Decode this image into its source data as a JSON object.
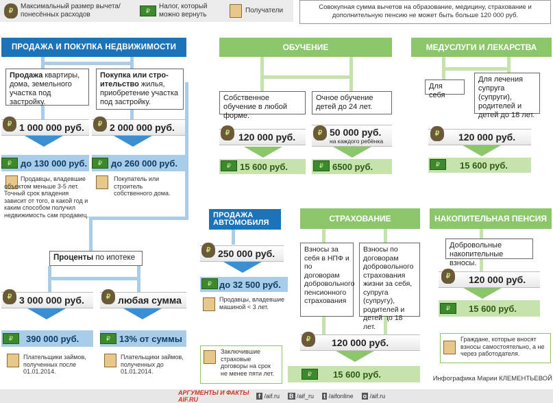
{
  "legend": {
    "max_label": "Максимальный размер вычета/ понесённых расходов",
    "refund_label": "Налог, который можно вернуть",
    "recipients_label": "Получатели"
  },
  "note": "Совокупная сумма вычетов на образование, медицину, страхование и дополнительную пенсию не может быть больше 120 000 руб.",
  "realty": {
    "title": "ПРОДАЖА И ПОКУПКА НЕДВИЖИМОСТИ",
    "sale_bold": "Продажа",
    "sale_text": "квартиры, дома, земельного участка под застройку.",
    "buy_bold": "Покупка или стро- ительство",
    "buy_text": "жилья, приобретение участка под застройку.",
    "sale_amount": "1 000 000 руб.",
    "buy_amount": "2 000 000 руб.",
    "sale_refund": "до 130 000 руб.",
    "buy_refund": "до 260 000 руб.",
    "sale_recipients": "Продавцы, владевшие объектом меньше 3-5 лет. Точный срок владения зависит от того, в какой год и каким способом получил недвижимость сам продавец.",
    "buy_recipients": "Покупатель или строитель собственного дома.",
    "mortgage_bold": "Проценты",
    "mortgage_text": "по ипотеке",
    "m1_amount": "3 000 000 руб.",
    "m2_amount": "любая сумма",
    "m1_refund": "390 000 руб.",
    "m2_refund": "13% от суммы",
    "m1_recipients": "Плательщики займов, полученных после 01.01.2014.",
    "m2_recipients": "Плательщики займов, полученных до 01.01.2014."
  },
  "education": {
    "title": "ОБУЧЕНИЕ",
    "own": "Собственное обучение в любой форме.",
    "children": "Очное обучение детей до 24 лет.",
    "own_amount": "120 000 руб.",
    "children_amount": "50 000 руб.",
    "children_sub": "на каждого ребёнка",
    "own_refund": "15 600 руб.",
    "children_refund": "6500 руб."
  },
  "medical": {
    "title": "МЕДУСЛУГИ И ЛЕКАРСТВА",
    "self": "Для себя",
    "family": "Для лечения супруга (супруги), родителей и детей до 18 лет.",
    "amount": "120 000 руб.",
    "refund": "15 600 руб."
  },
  "car": {
    "title": "ПРОДАЖА АВТОМОБИЛЯ",
    "amount": "250 000 руб.",
    "refund": "до 32 500 руб.",
    "recipients": "Продавцы, владевшие машиной < 3 лет."
  },
  "insurance": {
    "title": "СТРАХОВАНИЕ",
    "npf": "Взносы за себя в НПФ и по договорам добровольного пенсионного страхования",
    "life": "Взносы по договорам добровольного страхования жизни за себя, супруга (супругу), родителей и детей до 18 лет.",
    "amount": "120 000 руб.",
    "refund": "15 600 руб.",
    "recipients": "Заключившие страховые договоры на срок не менее пяти лет."
  },
  "pension": {
    "title": "НАКОПИТЕЛЬНАЯ ПЕНСИЯ",
    "text": "Добровольные накопительные взносы.",
    "amount": "120 000 руб.",
    "refund": "15 600 руб.",
    "recipients": "Граждане, которые вносят взносы самостоятельно, а не через работодателя."
  },
  "credit": "Инфографика Марии КЛЕМЕНТЬЕВОЙ",
  "footer": {
    "brand": "АРГУМЕНТЫ И ФАКТЫ AIF.RU",
    "fb": "/aif.ru",
    "vk": "/aif_ru",
    "tw": "/aifonline",
    "ok": "/aif.ru"
  },
  "icons": {
    "bag_glyph": "₽",
    "money_glyph": "₽",
    "person_glyph": "👤"
  }
}
